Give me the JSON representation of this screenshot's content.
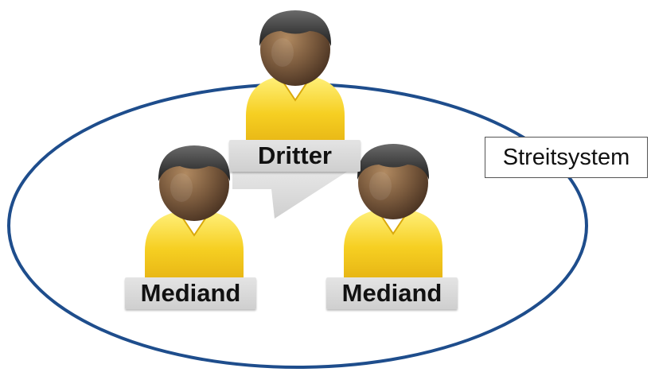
{
  "system": {
    "label": "Streitsystem",
    "ellipse_color": "#1e4d8c"
  },
  "nodes": {
    "third_party": {
      "label": "Dritter",
      "icon": "person-icon"
    },
    "mediand_left": {
      "label": "Mediand",
      "icon": "person-icon"
    },
    "mediand_right": {
      "label": "Mediand",
      "icon": "person-icon"
    }
  },
  "colors": {
    "shirt": "#f2c21a",
    "skin": "#7a5a3d",
    "hair": "#333333",
    "label_bg": "#d8d8d8",
    "pointer": "#dcdcdc"
  }
}
